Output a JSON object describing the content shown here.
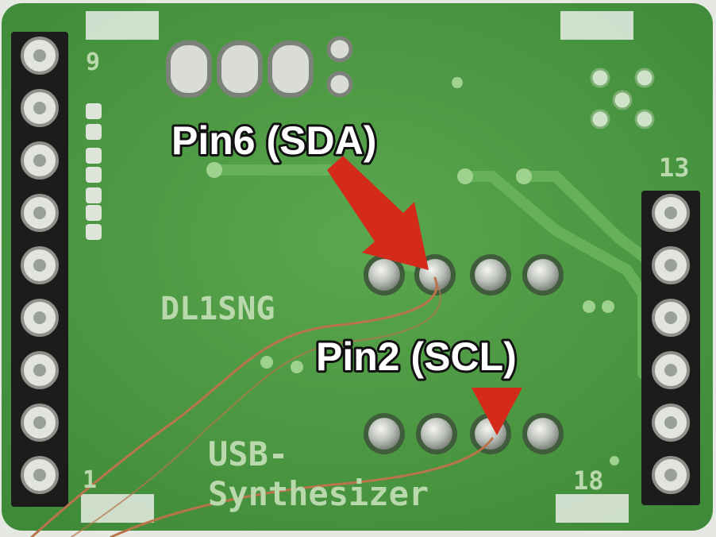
{
  "photo": {
    "board_colors": {
      "pcb": "#4f9a44",
      "pcb_light": "#6fb463",
      "header": "#1c1c1c",
      "pad": "#c8ccc8",
      "arrow": "#d42a1a",
      "wire": "#b9744a"
    },
    "silkscreen": {
      "designer": "DL1SNG",
      "product_line1": "USB-",
      "product_line2": "Synthesizer",
      "pin_top_left": "9",
      "pin_bottom_left": "1",
      "pin_top_right": "13",
      "pin_bottom_right": "18"
    },
    "callouts": [
      {
        "label": "Pin6 (SDA)"
      },
      {
        "label": "Pin2 (SCL)"
      }
    ]
  }
}
